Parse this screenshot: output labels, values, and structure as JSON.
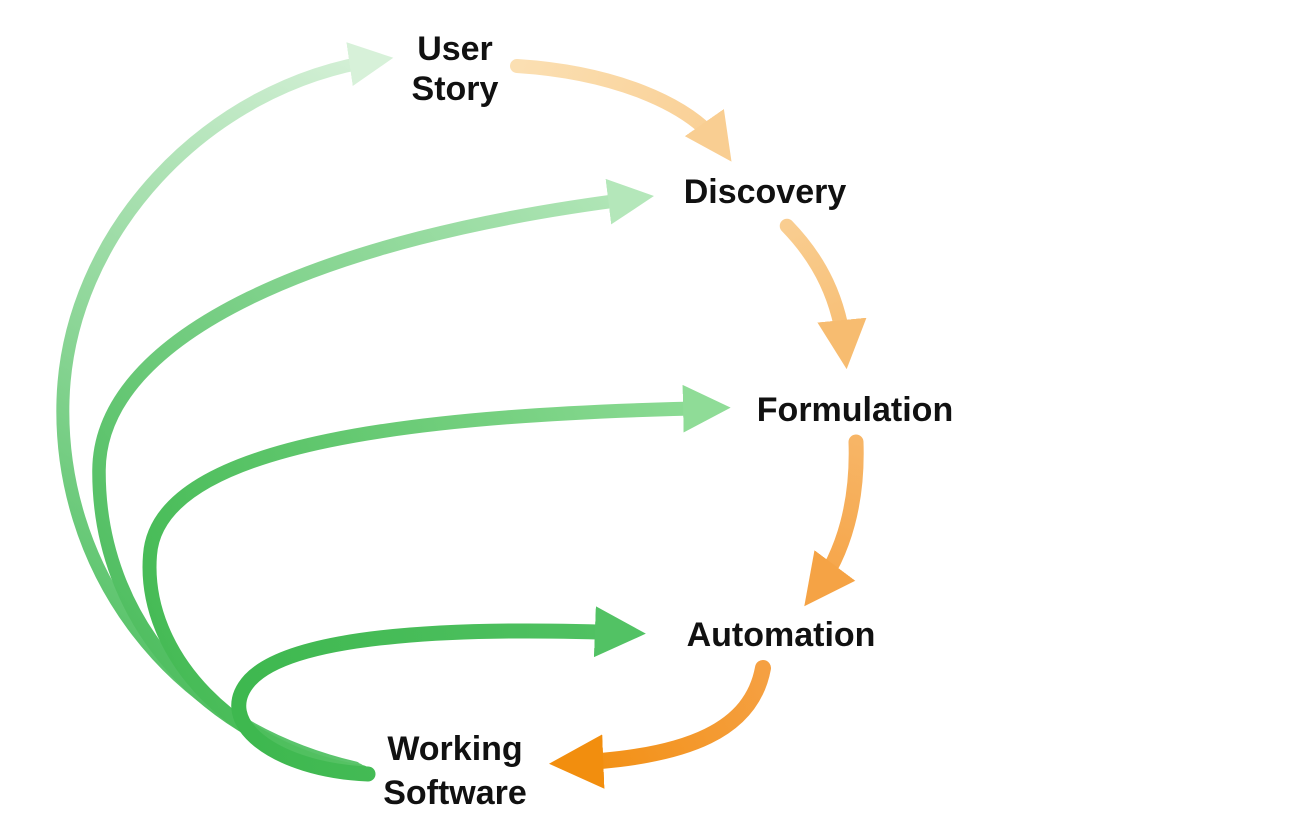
{
  "diagram": {
    "type": "cycle-diagram",
    "description": "BDD iterative cycle: User Story flows through Discovery, Formulation, Automation to Working Software, with green iteration arrows looping back from the left side to each stage.",
    "nodes": [
      {
        "id": "user-story",
        "lines": [
          "User",
          "Story"
        ]
      },
      {
        "id": "discovery",
        "lines": [
          "Discovery"
        ]
      },
      {
        "id": "formulation",
        "lines": [
          "Formulation"
        ]
      },
      {
        "id": "automation",
        "lines": [
          "Automation"
        ]
      },
      {
        "id": "working-software",
        "lines": [
          "Working",
          "Software"
        ]
      }
    ],
    "palette": {
      "text": "#111111",
      "background": "#ffffff",
      "green_user_start": "#5BC46C",
      "green_user_end": "#D7F1D9",
      "green_discovery_start": "#4FBE60",
      "green_discovery_end": "#B4E7BA",
      "green_formulation_start": "#46BB56",
      "green_formulation_end": "#8FDC97",
      "green_automation_start": "#3EB84F",
      "green_automation_end": "#52C264",
      "orange_1_start": "#FBDFB2",
      "orange_1_end": "#F9CE92",
      "orange_2_start": "#F9CD90",
      "orange_2_end": "#F7BC70",
      "orange_3_start": "#F7B566",
      "orange_3_end": "#F5A345",
      "orange_4_start": "#F5A042",
      "orange_4_end": "#F28E0E"
    }
  }
}
